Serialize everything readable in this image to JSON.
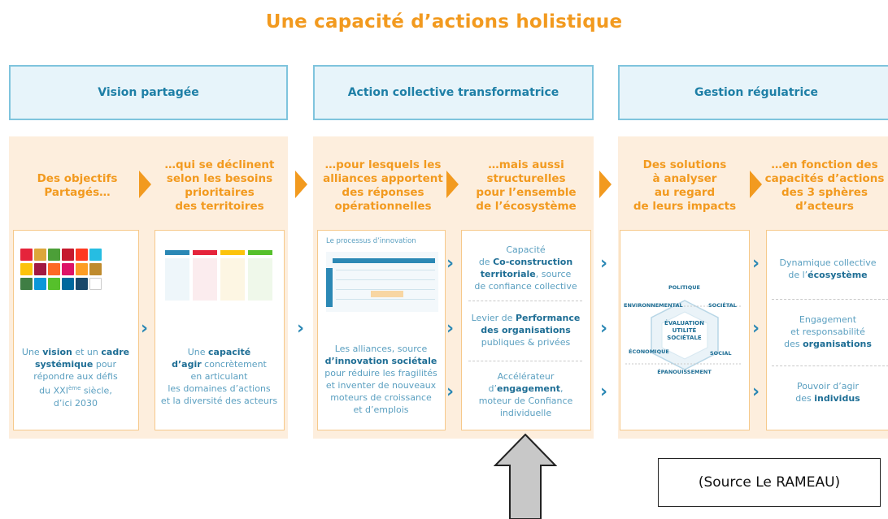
{
  "title": "Une capacité d’actions holistique",
  "columns": [
    {
      "label": "Vision partagée"
    },
    {
      "label": "Action collective transformatrice"
    },
    {
      "label": "Gestion régulatrice"
    }
  ],
  "stages": [
    {
      "line1": "Des objectifs",
      "line2": "Partagés…"
    },
    {
      "line1": "…qui se déclinent",
      "line2": "selon les besoins",
      "line3": "prioritaires",
      "line4": "des territoires"
    },
    {
      "line1": "…pour lesquels les",
      "line2": "alliances apportent",
      "line3": "des réponses",
      "line4": "opérationnelles"
    },
    {
      "line1": "…mais aussi",
      "line2": "structurelles",
      "line3": "pour l’ensemble",
      "line4": "de l’écosystème"
    },
    {
      "line1": "Des solutions",
      "line2": "à analyser",
      "line3": "au regard",
      "line4": "de leurs impacts"
    },
    {
      "line1": "…en fonction des",
      "line2": "capacités d’actions",
      "line3": "des 3 sphères",
      "line4": "d’acteurs"
    }
  ],
  "card1": {
    "p1": "Une ",
    "b1": "vision",
    "p2": " et un ",
    "b2": "cadre",
    "b3": "systémique",
    "p3": " pour",
    "l3": "répondre aux défis",
    "l4a": "du XXI",
    "l4sup": "ème",
    "l4b": " siècle,",
    "l5": "d’ici 2030"
  },
  "card2": {
    "p1": "Une ",
    "b1": "capacité",
    "b2": "d’agir",
    "p2": " concrètement",
    "l3": "en articulant",
    "l4": "les domaines d’actions",
    "l5": "et la diversité des acteurs"
  },
  "card3": {
    "header": "Le processus d’innovation",
    "p1": "Les alliances, source",
    "b1": "d’innovation sociétale",
    "l3": "pour réduire les fragilités",
    "l4": "et inventer de nouveaux",
    "l5": "moteurs de croissance",
    "l6": "et d’emplois"
  },
  "card4": {
    "s1": {
      "l1": "Capacité",
      "p1": "de ",
      "b1": "Co-construction",
      "b2": "territoriale",
      "p2": ", source",
      "l4": "de confiance collective"
    },
    "s2": {
      "p1": "Levier de ",
      "b1": "Performance",
      "b2": "des organisations",
      "l3": "publiques & privées"
    },
    "s3": {
      "l1": "Accélérateur",
      "p1": "d’",
      "b1": "engagement",
      "p2": ",",
      "l3": "moteur de Confiance",
      "l4": "individuelle"
    }
  },
  "card5": {
    "politique": "POLITIQUE",
    "environnemental": "ENVIRONNEMENTAL",
    "societal": "SOCIÉTAL",
    "center1": "ÉVALUATION",
    "center2": "UTILITÉ",
    "center3": "SOCIÉTALE",
    "economique": "ÉCONOMIQUE",
    "social": "SOCIAL",
    "epanouissement": "ÉPANOUISSEMENT"
  },
  "card6": {
    "s1": {
      "l1": "Dynamique collective",
      "p1": "de l’",
      "b1": "écosystème"
    },
    "s2": {
      "l1": "Engagement",
      "l2": "et responsabilité",
      "p1": "des ",
      "b1": "organisations"
    },
    "s3": {
      "l1": "Pouvoir d’agir",
      "p1": "des ",
      "b1": "individus"
    }
  },
  "source": "(Source Le RAMEAU)",
  "colors": {
    "orange": "#f29a1f",
    "blue": "#1e7fa6",
    "band": "#fdeedd",
    "header_bg": "#e7f4fa"
  },
  "icons": [
    "chevron-right-icon",
    "triangle-arrow-icon",
    "up-arrow-icon"
  ]
}
